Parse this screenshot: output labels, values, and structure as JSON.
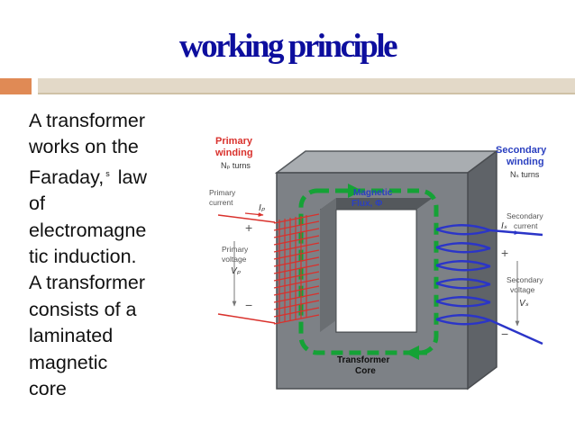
{
  "slide": {
    "title": "working principle",
    "body_lines": [
      "A transformer",
      "works on the",
      "Faraday,",
      "law",
      "of",
      "electromagne",
      "tic induction.",
      "A transformer",
      "consists of a",
      "laminated",
      "magnetic",
      "core"
    ],
    "superscript": "s"
  },
  "diagram": {
    "primary_winding_1": "Primary",
    "primary_winding_2": "winding",
    "np_turns": "Nₚ turns",
    "primary_current_1": "Primary",
    "primary_current_2": "current",
    "ip": "Iₚ",
    "primary_voltage_1": "Primary",
    "primary_voltage_2": "voltage",
    "vp": "Vₚ",
    "plus": "+",
    "minus": "−",
    "magnetic_flux_1": "Magnetic",
    "magnetic_flux_2": "Flux, Φ",
    "secondary_winding_1": "Secondary",
    "secondary_winding_2": "winding",
    "ns_turns": "Nₛ turns",
    "secondary_current_1": "Secondary",
    "secondary_current_2": "current",
    "is": "Iₛ",
    "secondary_voltage_1": "Secondary",
    "secondary_voltage_2": "voltage",
    "vs": "Vₛ",
    "core_1": "Transformer",
    "core_2": "Core"
  },
  "colors": {
    "title": "#0d0e9e",
    "accent_orange": "#e08a55",
    "header_bar": "#e3d9c8",
    "core": "#7d8186",
    "primary": "#d9312c",
    "secondary": "#2b35c8",
    "flux": "#15a236",
    "label_blue": "#2b40c0"
  }
}
